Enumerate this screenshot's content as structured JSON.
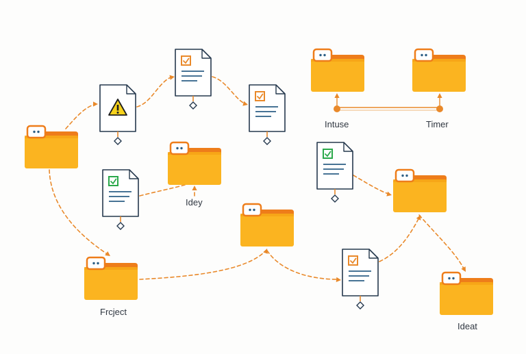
{
  "colors": {
    "folder_body": "#fbb420",
    "folder_back": "#f5a014",
    "folder_tab": "#ee7d1a",
    "connector": "#e9892a",
    "doc_line": "#2d5f86",
    "doc_outline": "#25384d",
    "check_green": "#2aa84a",
    "check_orange": "#e9892a",
    "warning": "#f7d21c"
  },
  "folders": [
    {
      "id": "folder-left",
      "label": ""
    },
    {
      "id": "folder-idey",
      "label": "Idey"
    },
    {
      "id": "folder-project",
      "label": "Frcject"
    },
    {
      "id": "folder-center",
      "label": ""
    },
    {
      "id": "folder-intuse",
      "label": ""
    },
    {
      "id": "folder-timer",
      "label": ""
    },
    {
      "id": "folder-right-mid",
      "label": ""
    },
    {
      "id": "folder-ideat",
      "label": "Ideat"
    }
  ],
  "documents": [
    {
      "id": "doc-warning",
      "icon": "warning-icon"
    },
    {
      "id": "doc-top",
      "icon": "orange-check-icon"
    },
    {
      "id": "doc-top-right",
      "icon": "orange-check-icon"
    },
    {
      "id": "doc-green-left",
      "icon": "green-check-icon"
    },
    {
      "id": "doc-green-right",
      "icon": "green-check-icon"
    },
    {
      "id": "doc-bottom",
      "icon": "orange-check-icon"
    }
  ],
  "labels": {
    "intuse": "Intuse",
    "timer": "Timer",
    "idey": "Idey",
    "project": "Frcject",
    "ideat": "Ideat"
  }
}
